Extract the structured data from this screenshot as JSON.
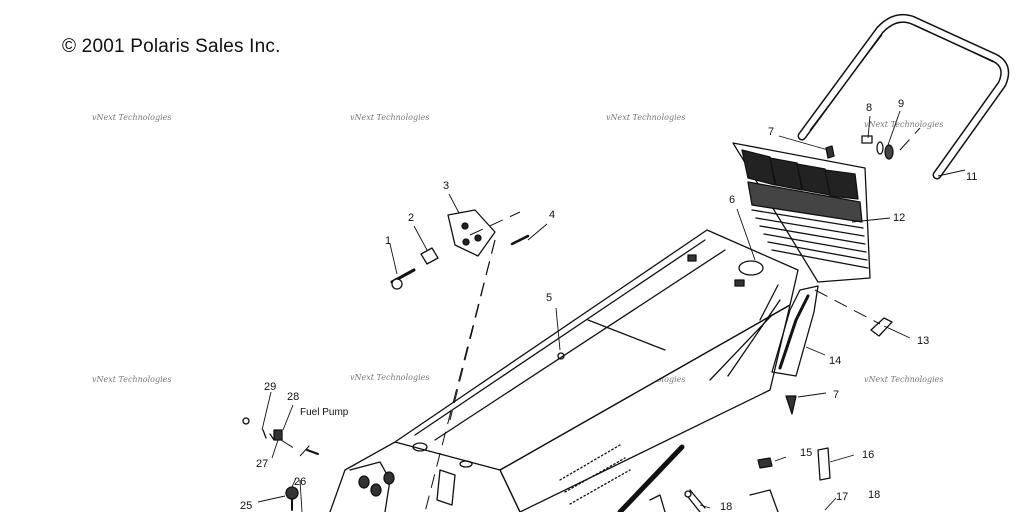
{
  "copyright": "© 2001 Polaris Sales Inc.",
  "watermark": "vNext Technologies",
  "fuel_pump_label": "Fuel Pump",
  "callouts": [
    "1",
    "2",
    "3",
    "4",
    "5",
    "6",
    "7",
    "8",
    "9",
    "11",
    "12",
    "13",
    "14",
    "7",
    "15",
    "16",
    "17",
    "18",
    "18",
    "25",
    "26",
    "27",
    "28",
    "29"
  ],
  "colors": {
    "line": "#111111",
    "background": "#ffffff",
    "watermark": "#777777"
  }
}
